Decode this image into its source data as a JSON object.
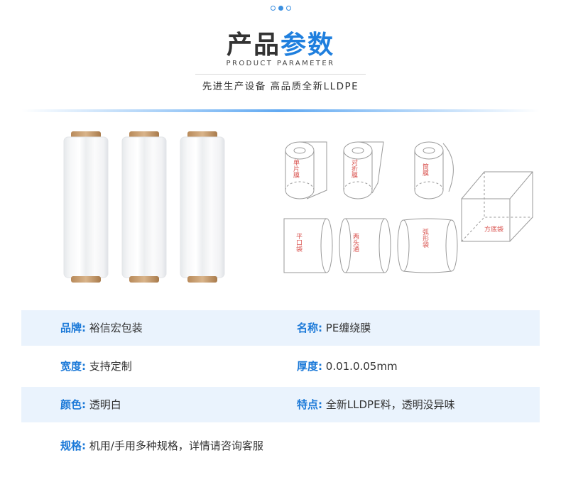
{
  "header": {
    "title_part1": "产品",
    "title_part2": "参数",
    "subtitle_en": "PRODUCT PARAMETER",
    "slogan": "先进生产设备 高品质全新LLDPE"
  },
  "bag_types": {
    "single_film": "单片膜",
    "folded_film": "对折膜",
    "tube_film": "筒膜",
    "square_bottom_bag": "方底袋",
    "flat_bag": "平口袋",
    "double_head_bag": "两头通",
    "arc_bag": "弧形袋"
  },
  "specs": {
    "brand_label": "品牌:",
    "brand_value": "裕信宏包装",
    "name_label": "名称:",
    "name_value": "PE缠绕膜",
    "width_label": "宽度:",
    "width_value": "支持定制",
    "thickness_label": "厚度:",
    "thickness_value": "0.01.0.05mm",
    "color_label": "颜色:",
    "color_value": "透明白",
    "feature_label": "特点:",
    "feature_value": "全新LLDPE料，透明没异味",
    "spec_label": "规格:",
    "spec_value": "机用/手用多种规格，详情请咨询客服"
  },
  "colors": {
    "accent": "#1f7fde",
    "row_shade": "#eaf3fd",
    "label_blue": "#1b79d8"
  }
}
